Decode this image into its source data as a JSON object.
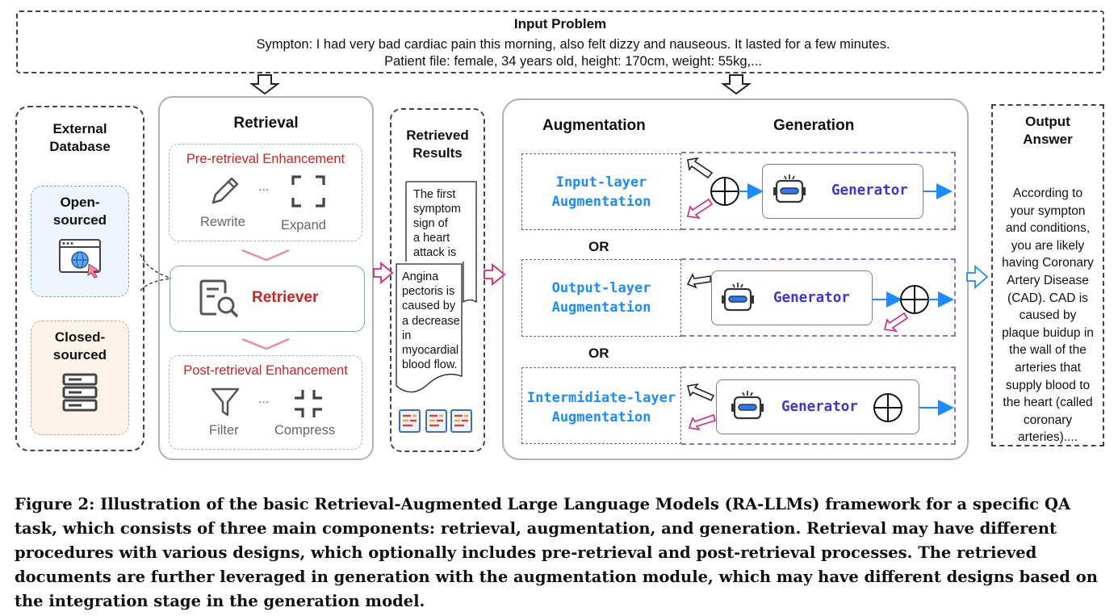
{
  "input": {
    "title": "Input Problem",
    "line1": "Sympton: I had very bad cardiac pain this morning, also felt dizzy and nauseous. It lasted for a few minutes.",
    "line2": "Patient file: female, 34 years old, height: 170cm, weight: 55kg,..."
  },
  "database": {
    "title_line1": "External",
    "title_line2": "Database",
    "open_line1": "Open-",
    "open_line2": "sourced",
    "closed_line1": "Closed-",
    "closed_line2": "sourced"
  },
  "retrieval": {
    "title": "Retrieval",
    "pre_title": "Pre-retrieval Enhancement",
    "rewrite": "Rewrite",
    "expand": "Expand",
    "dots": "...",
    "retriever": "Retriever",
    "post_title": "Post-retrieval Enhancement",
    "filter": "Filter",
    "compress": "Compress"
  },
  "results": {
    "title_line1": "Retrieved",
    "title_line2": "Results",
    "doc1": [
      "The first",
      "symptom",
      "sign of",
      "a heart",
      "attack is"
    ],
    "doc2": [
      "Angina",
      "pectoris is",
      "caused by",
      "a decrease",
      "in",
      "myocardial",
      "blood flow."
    ]
  },
  "aug": {
    "aug_title": "Augmentation",
    "gen_title": "Generation",
    "input_line1": "Input-layer",
    "input_line2": "Augmentation",
    "output_line1": "Output-layer",
    "output_line2": "Augmentation",
    "inter_line1": "Intermidiate-layer",
    "inter_line2": "Augmentation",
    "or": "OR",
    "generator": "Generator"
  },
  "output": {
    "title_line1": "Output",
    "title_line2": "Answer",
    "lines": [
      "According to",
      "your sympton",
      "and conditions,",
      "you are likely",
      "having Coronary",
      "Artery Disease",
      "(CAD). CAD is",
      "caused by",
      "plaque buidup in",
      "the wall of the",
      "arteries that",
      "supply blood to",
      "the heart (called",
      "coronary",
      "arteries)...."
    ]
  },
  "caption": {
    "text": "Figure 2: Illustration of the basic Retrieval-Augmented Large Language Models (RA-LLMs) framework for a specific QA task, which consists of three main components: retrieval, augmentation, and generation. Retrieval may have different procedures with various designs, which optionally includes pre-retrieval and post-retrieval processes. The retrieved documents are further leveraged in generation with the augmentation module, which may have different designs based on the integration stage in the generation model."
  },
  "colors": {
    "blue": "#1a8cff",
    "red": "#d42020",
    "purple": "#3b34e0",
    "pink": "#e0207a",
    "dashed_purple": "#9b6fb8"
  }
}
